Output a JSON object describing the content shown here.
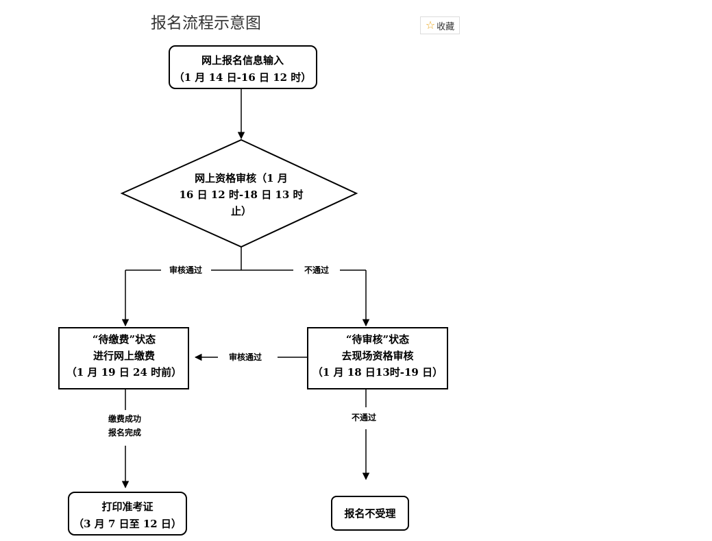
{
  "page": {
    "title": "报名流程示意图",
    "favorite_label": "收藏"
  },
  "flowchart": {
    "step1": {
      "line1": "网上报名信息输入",
      "line2": "（1 月 14 日-16 日 12 时）"
    },
    "review": {
      "line1": "网上资格审核（1 月",
      "line2": "16 日 12 时-18 日 13 时",
      "line3": "止）"
    },
    "pay": {
      "line1": "“待缴费”状态",
      "line2": "进行网上缴费",
      "line3": "（1 月 19 日 24 时前）"
    },
    "onsite": {
      "line1": "“待审核”状态",
      "line2": "去现场资格审核",
      "line3": "（1 月 18 日13时-19 日）"
    },
    "print": {
      "line1": "打印准考证",
      "line2": "（3 月 7 日至 12 日）"
    },
    "reject": {
      "line1": "报名不受理"
    },
    "labels": {
      "pass_left": "审核通过",
      "fail_right": "不通过",
      "pass_onsite": "审核通过",
      "paid_line1": "缴费成功",
      "paid_line2": "报名完成",
      "fail_onsite": "不通过"
    }
  }
}
